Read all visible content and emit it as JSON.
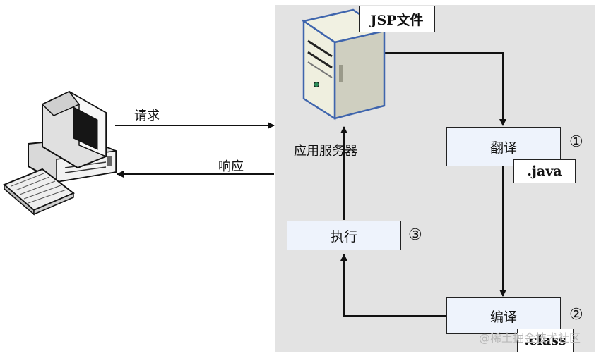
{
  "client": {
    "request_label": "请求",
    "response_label": "响应"
  },
  "server": {
    "name_label": "应用服务器",
    "file_tag": "JSP文件"
  },
  "steps": {
    "translate": {
      "label": "翻译",
      "number": "①",
      "output": ".java"
    },
    "compile": {
      "label": "编译",
      "number": "②",
      "output": ".class"
    },
    "execute": {
      "label": "执行",
      "number": "③"
    }
  },
  "watermark": "@稀土掘金技术社区"
}
